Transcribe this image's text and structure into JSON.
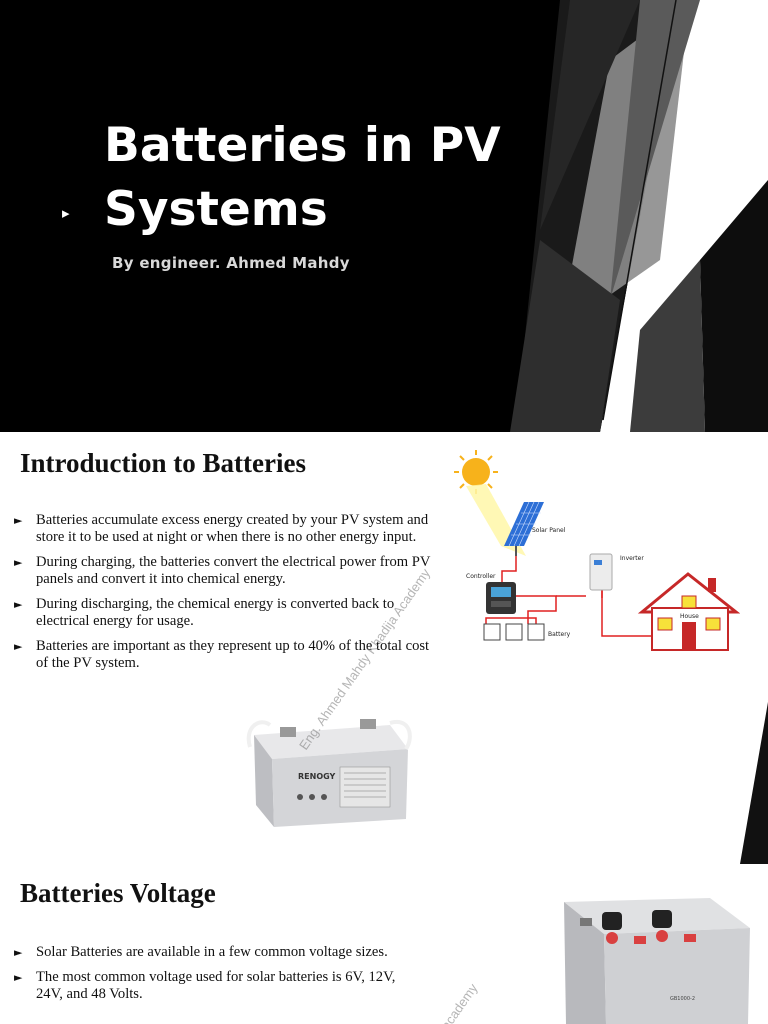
{
  "slide1": {
    "title": "Batteries in PV Systems",
    "subtitle": "By engineer. Ahmed Mahdy",
    "bullet": "▸",
    "colors": {
      "background": "#000000",
      "text": "#ffffff",
      "subtitle": "#d9d9d9"
    }
  },
  "slide2": {
    "title": "Introduction to Batteries",
    "bullets": [
      "Batteries accumulate excess energy created by your PV system and store it to be used at night or when there is no other energy input.",
      "During charging, the batteries convert the electrical power from PV panels and convert it into chemical energy.",
      "During discharging, the chemical energy is converted back to electrical energy for usage.",
      "Batteries are important as they represent up to 40% of the total cost of the PV system."
    ],
    "diagram": {
      "solar_panel": "Solar Panel",
      "controller": "Controller",
      "inverter": "Inverter",
      "house": "House",
      "battery": "Battery"
    },
    "battery_brand": "RENOGY",
    "watermark": "Eng. Ahmed Mahdy Khadija Academy"
  },
  "slide3": {
    "title": "Batteries Voltage",
    "bullets": [
      "Solar Batteries are available in a few common voltage sizes.",
      "The most common voltage used for solar batteries is 6V, 12V, 24V, and 48 Volts."
    ],
    "watermark": "academy",
    "cell_label": "GB1000-2"
  },
  "bullet_glyph": "►"
}
